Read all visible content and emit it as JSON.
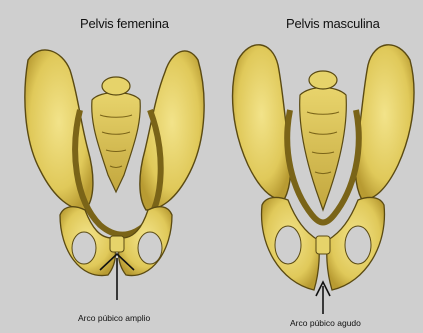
{
  "diagram": {
    "left": {
      "title": "Pelvis femenina",
      "caption": "Arco púbico amplio"
    },
    "right": {
      "title": "Pelvis masculina",
      "caption": "Arco púbico agudo"
    },
    "colors": {
      "background": "#cfcfcf",
      "bone": "#e6d36a",
      "bone_shade": "#c9b245",
      "bone_dark": "#8a7420",
      "outline": "#5a4a12"
    }
  }
}
